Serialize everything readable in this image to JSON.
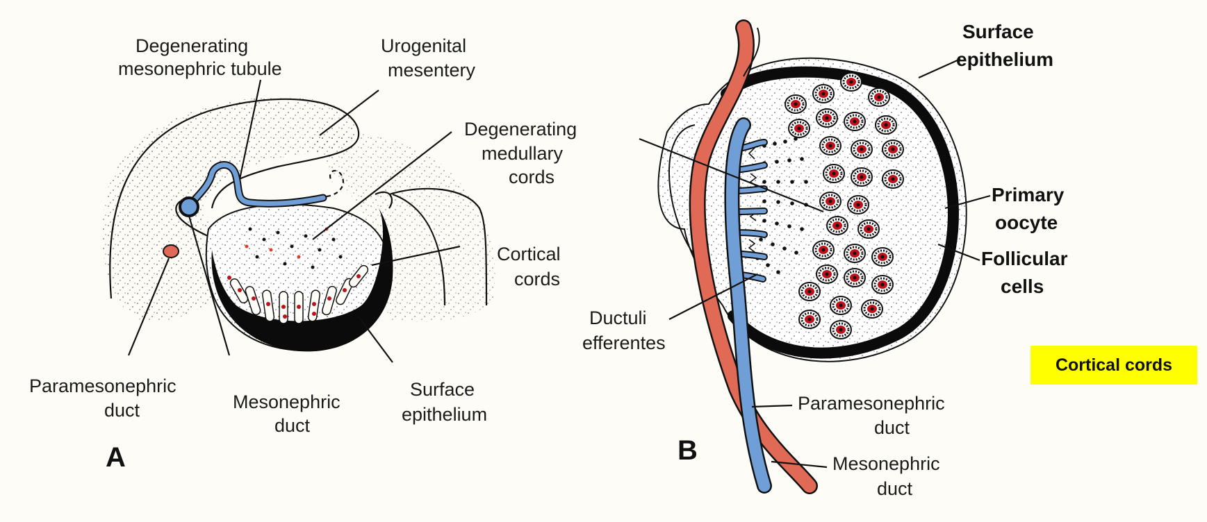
{
  "panel_a": {
    "letter": "A",
    "labels": {
      "tubule_l1": "Degenerating",
      "tubule_l2": "mesonephric tubule",
      "mesentery_l1": "Urogenital",
      "mesentery_l2": "mesentery",
      "medullary_l1": "Degenerating",
      "medullary_l2": "medullary",
      "medullary_l3": "cords",
      "cortical_l1": "Cortical",
      "cortical_l2": "cords",
      "paramesonephric_l1": "Paramesonephric",
      "paramesonephric_l2": "duct",
      "mesonephric_l1": "Mesonephric",
      "mesonephric_l2": "duct",
      "surface_l1": "Surface",
      "surface_l2": "epithelium"
    }
  },
  "panel_b": {
    "letter": "B",
    "labels": {
      "surface_l1": "Surface",
      "surface_l2": "epithelium",
      "oocyte_l1": "Primary",
      "oocyte_l2": "oocyte",
      "follicular_l1": "Follicular",
      "follicular_l2": "cells",
      "ductuli_l1": "Ductuli",
      "ductuli_l2": "efferentes",
      "paramesonephric_l1": "Paramesonephric",
      "paramesonephric_l2": "duct",
      "mesonephric_l1": "Mesonephric",
      "mesonephric_l2": "duct"
    }
  },
  "highlight_label": "Cortical cords",
  "colors": {
    "background": "#fdfcf6",
    "mesonephric_blue": "#6f9fd6",
    "paramesonephric_red": "#e06a55",
    "oocyte_red": "#c0101a",
    "epithelium_black": "#0b0b0b",
    "highlight_yellow": "#ffff00"
  }
}
